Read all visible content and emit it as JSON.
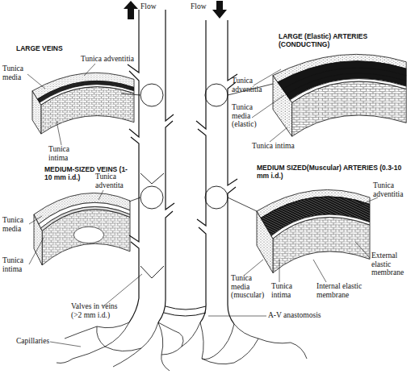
{
  "diagram": {
    "labels": [
      "Flow",
      "Flow",
      "LARGE VEINS",
      "Tunica adventitia",
      "Tunica media",
      "Tunica intima",
      "LARGE (Elastic) ARTERIES (CONDUCTING)",
      "Tunica adventitia",
      "Tunica media (elastic)",
      "Tunica intima",
      "MEDIUM-SIZED VEINS (1-10 mm i.d.)",
      "Tunica adventita",
      "Tunica media",
      "Tunica intima",
      "Valves in veins (>2 mm i.d.)",
      "Capillaries",
      "MEDIUM SIZED(Muscular) ARTERIES (0.3-10 mm i.d.)",
      "Tunica adventitia",
      "External elastic membrane",
      "Tunica media (muscular)",
      "Tunica intima",
      "Internal elastic membrane",
      "A-V anastomosis"
    ]
  }
}
